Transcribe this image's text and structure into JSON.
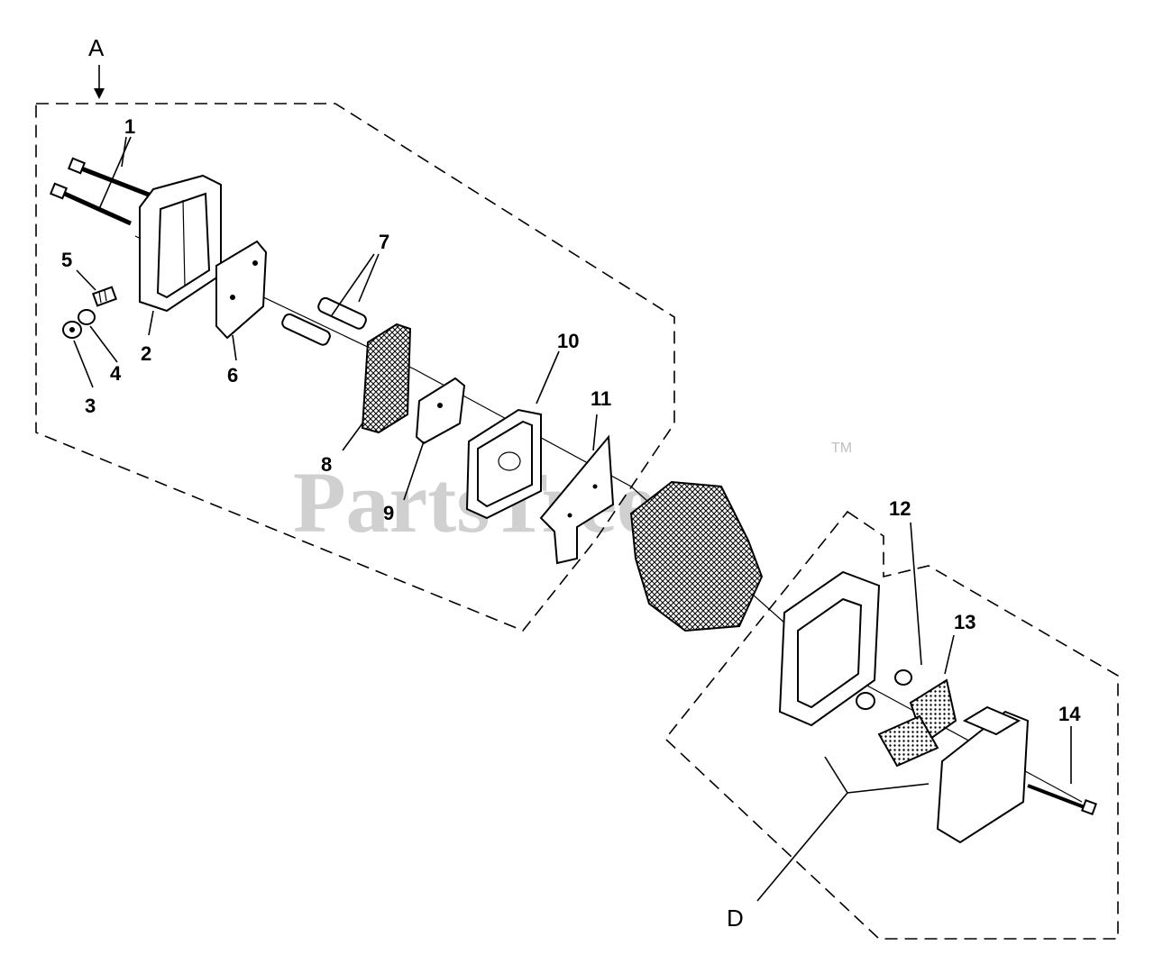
{
  "watermark": {
    "brand": "PartsTree",
    "trademark": "TM"
  },
  "groups": [
    {
      "id": "A",
      "label": "A"
    },
    {
      "id": "D",
      "label": "D"
    }
  ],
  "callouts": [
    {
      "id": "c1",
      "label": "1"
    },
    {
      "id": "c2",
      "label": "2"
    },
    {
      "id": "c3",
      "label": "3"
    },
    {
      "id": "c4",
      "label": "4"
    },
    {
      "id": "c5",
      "label": "5"
    },
    {
      "id": "c6",
      "label": "6"
    },
    {
      "id": "c7",
      "label": "7"
    },
    {
      "id": "c8",
      "label": "8"
    },
    {
      "id": "c9",
      "label": "9"
    },
    {
      "id": "c10",
      "label": "10"
    },
    {
      "id": "c11",
      "label": "11"
    },
    {
      "id": "c12",
      "label": "12"
    },
    {
      "id": "c13",
      "label": "13"
    },
    {
      "id": "c14",
      "label": "14"
    }
  ]
}
